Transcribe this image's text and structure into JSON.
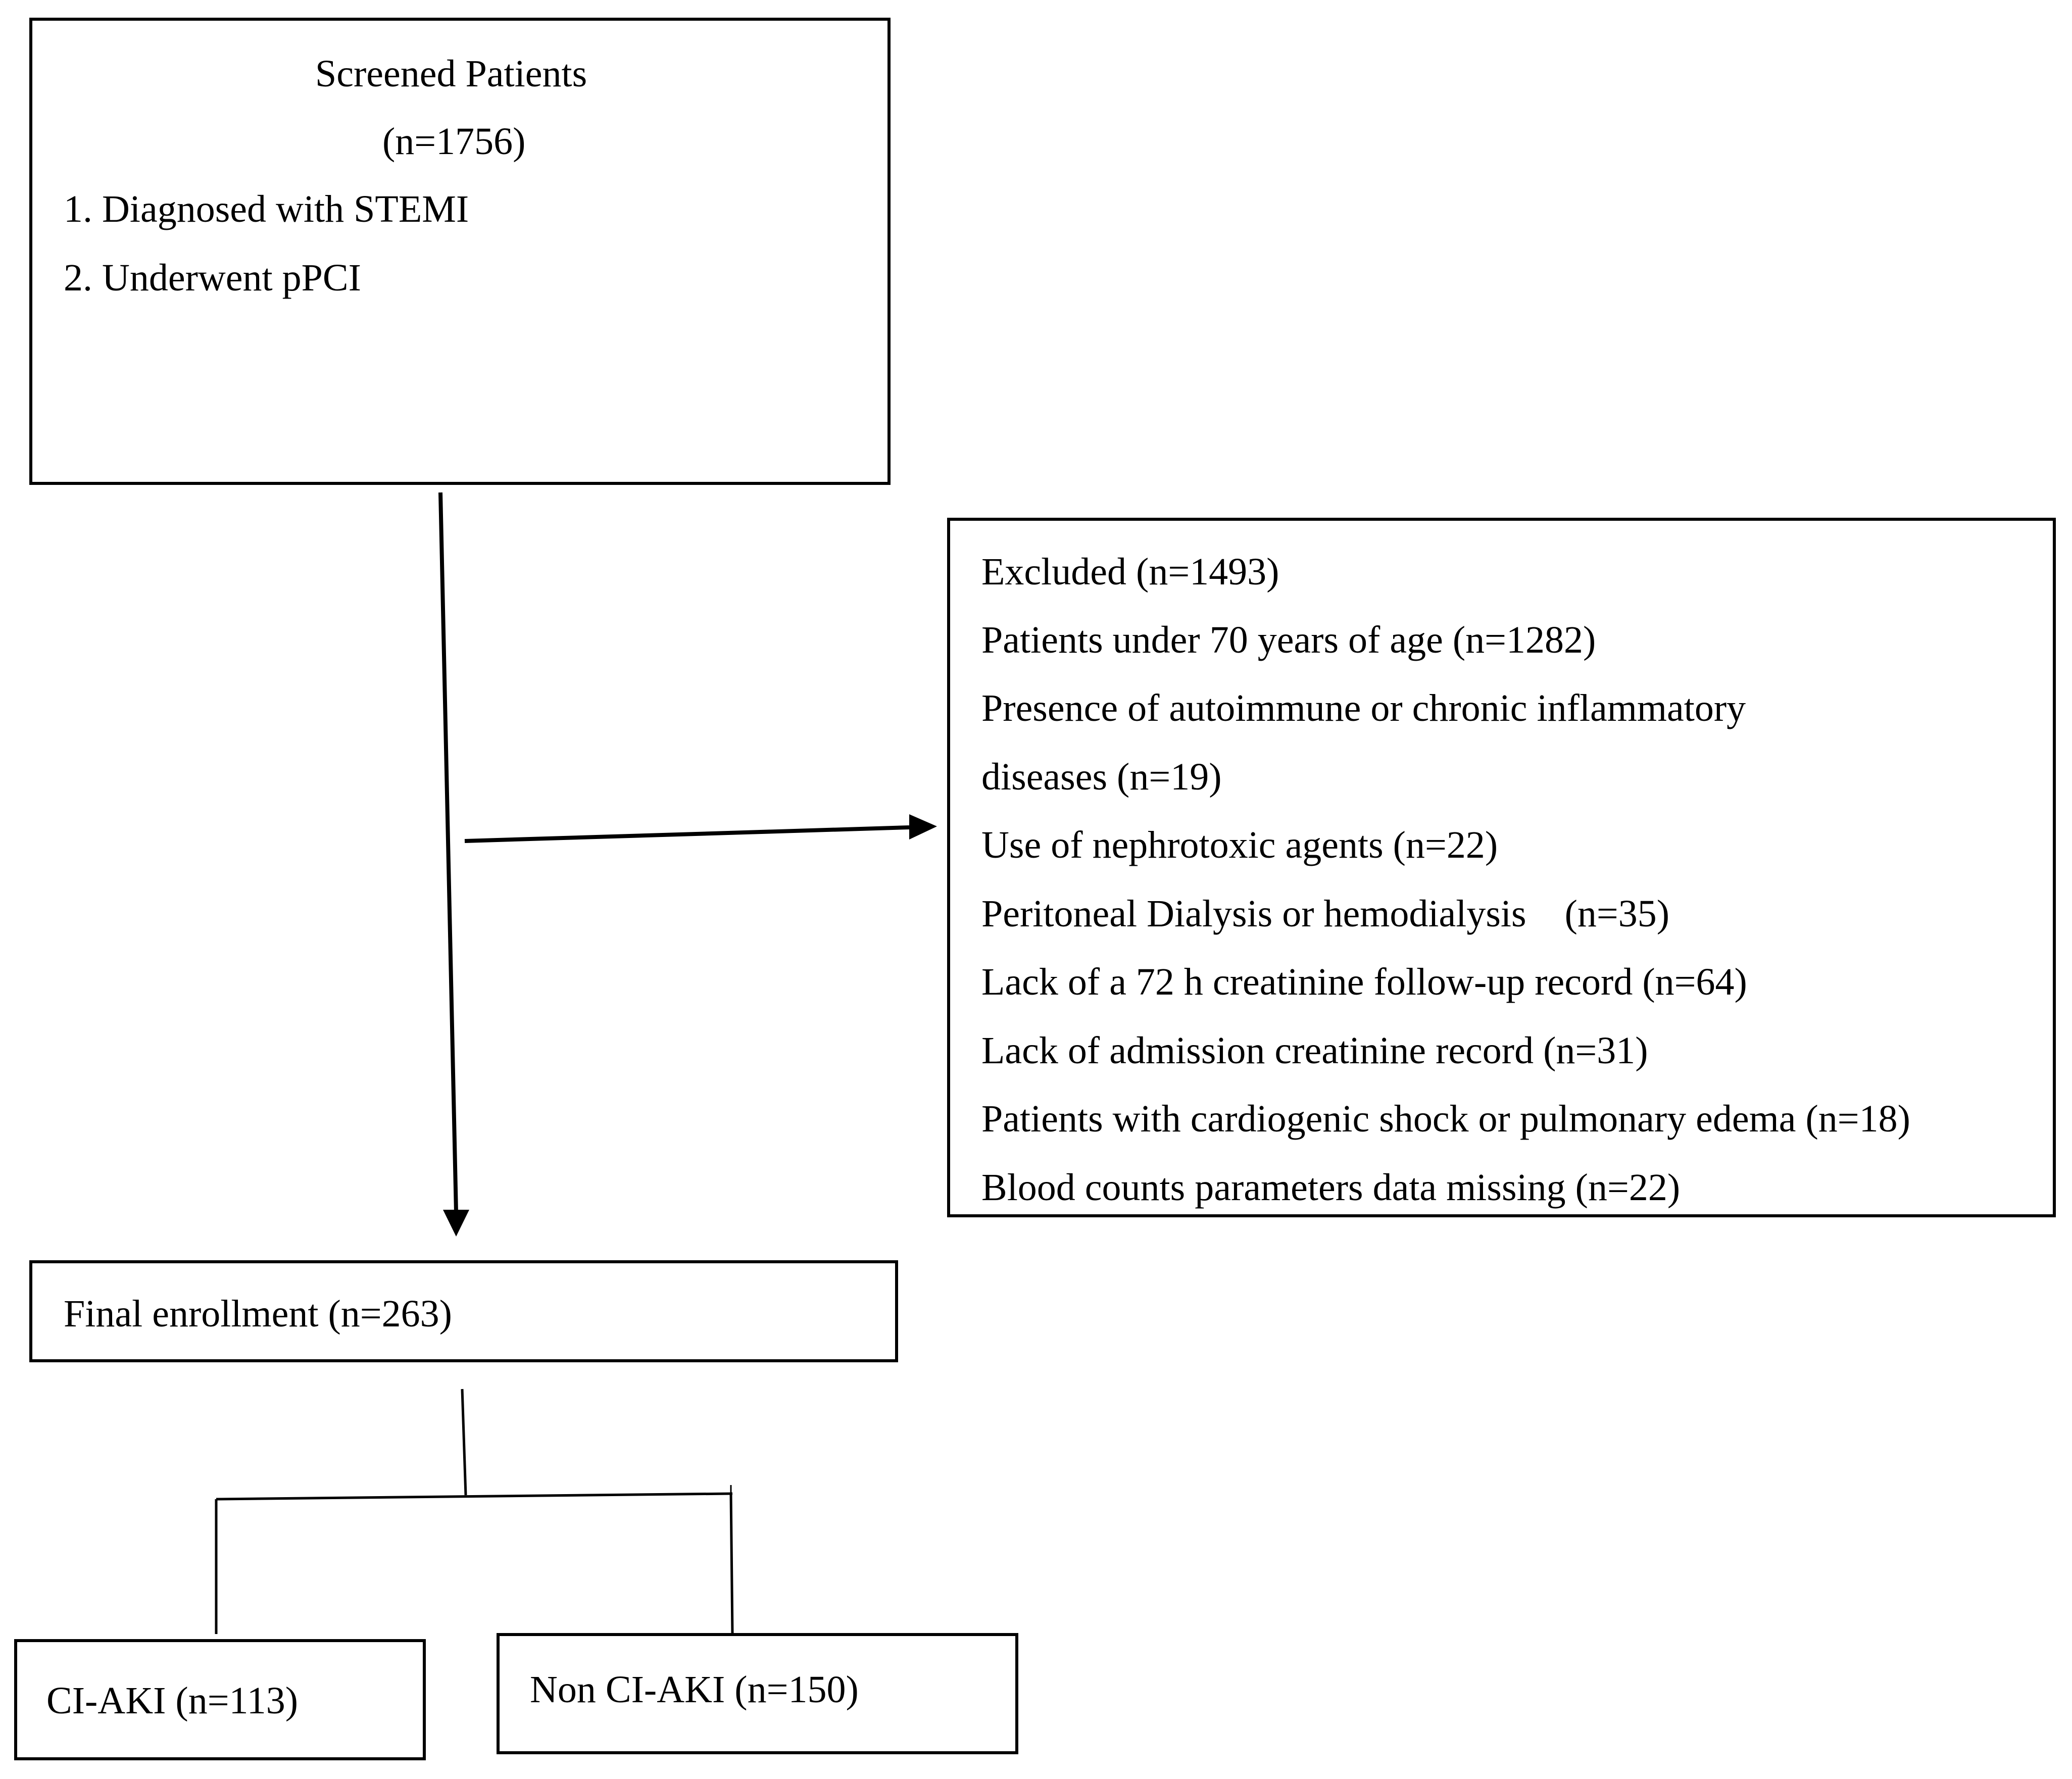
{
  "screened": {
    "title": "Screened Patients",
    "count": "(n=1756)",
    "criteria": [
      "1. Diagnosed with STEMI",
      "2. Underwent pPCI"
    ]
  },
  "excluded": {
    "lines": [
      "Excluded (n=1493)",
      "Patients under 70 years of age (n=1282)",
      "Presence of autoimmune or chronic inflammatory",
      "diseases (n=19)",
      "Use of nephrotoxic agents (n=22)",
      "Peritoneal Dialysis or hemodialysis    (n=35)",
      "Lack of a 72 h creatinine follow-up record (n=64)",
      "Lack of admission creatinine record (n=31)",
      "Patients with cardiogenic shock or pulmonary edema (n=18)",
      "Blood counts parameters data missing (n=22)"
    ]
  },
  "final": {
    "label": "Final enrollment (n=263)"
  },
  "groups": {
    "ci_aki": "CI-AKI (n=113)",
    "non_ci_aki": "Non CI-AKI (n=150)"
  }
}
